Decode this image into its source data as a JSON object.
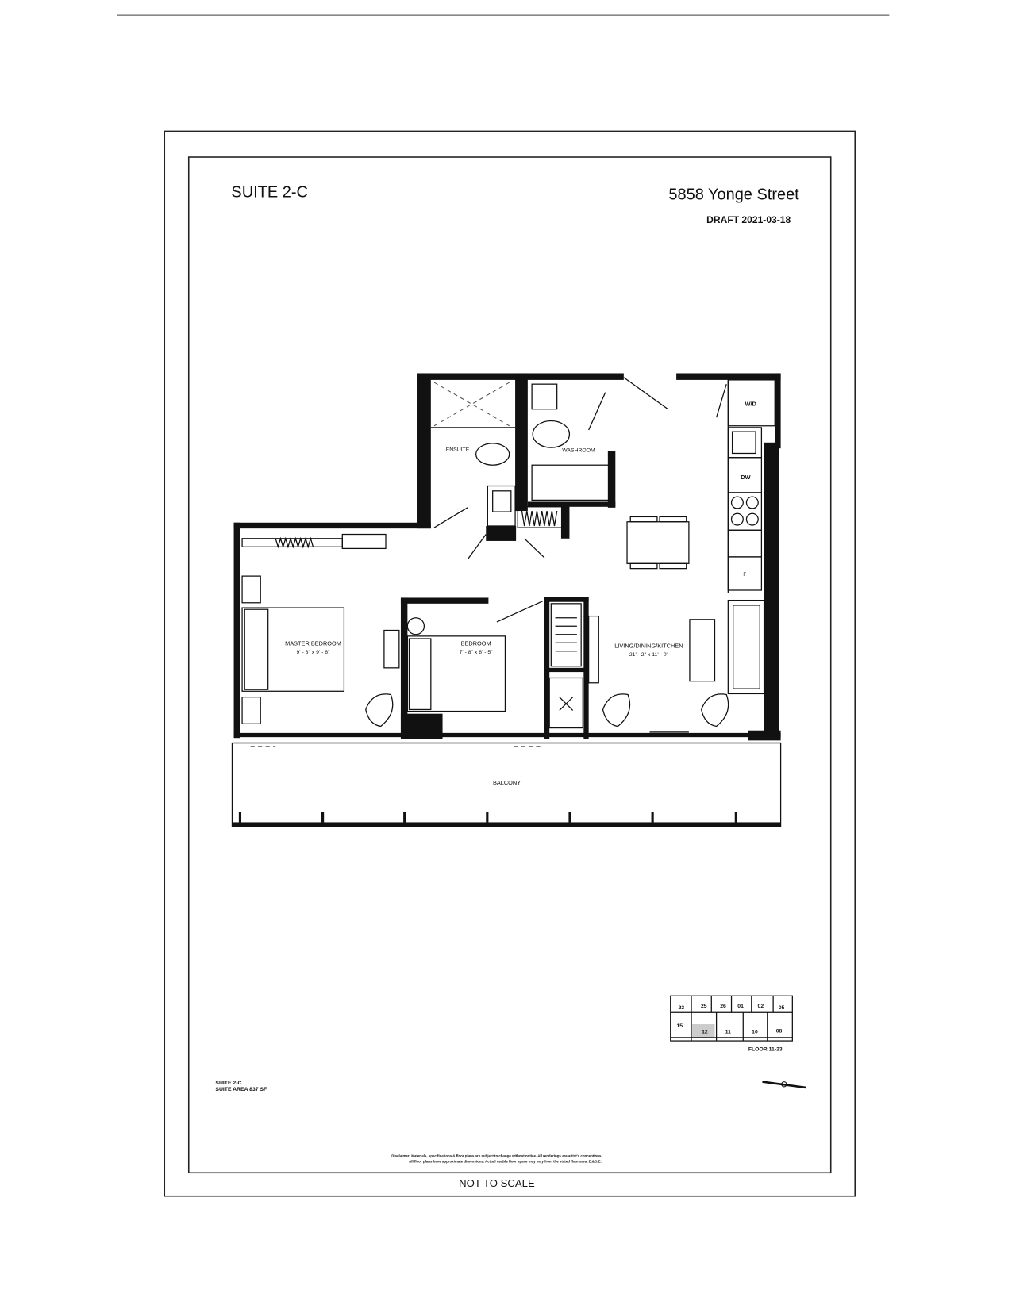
{
  "header": {
    "suite_title": "SUITE  2-C",
    "address": "5858 Yonge Street",
    "draft": "DRAFT 2021-03-18"
  },
  "rooms": {
    "ensuite": "ENSUITE",
    "washroom": "WASHROOM",
    "wd": "W/D",
    "dw": "DW",
    "fridge": "F",
    "master_bedroom": "MASTER BEDROOM",
    "master_bedroom_dim": "9' - 8\" x 9' - 6\"",
    "bedroom": "BEDROOM",
    "bedroom_dim": "7' - 8\" x 8' - 5\"",
    "living": "LIVING/DINING/KITCHEN",
    "living_dim": "21' - 2\" x 11' - 0\"",
    "balcony": "BALCONY"
  },
  "key_plan": {
    "units_top": [
      "23",
      "25",
      "26",
      "01",
      "02",
      "05"
    ],
    "units_bottom": [
      "15",
      "12",
      "11",
      "10",
      "08"
    ],
    "highlighted_unit": "12",
    "floor_label": "FLOOR 11-23"
  },
  "suite_info": {
    "suite": "SUITE 2-C",
    "area": "SUITE AREA 837 SF"
  },
  "footer": {
    "disclaimer_line1": "Disclaimer: Materials, specifications & floor plans are subject to change without notice. All renderings are artist's conceptions.",
    "disclaimer_line2": "All floor plans have approximate dimensions. Actual usable floor space may vary from the stated floor area. E.&O.E.",
    "not_to_scale": "NOT TO SCALE"
  }
}
